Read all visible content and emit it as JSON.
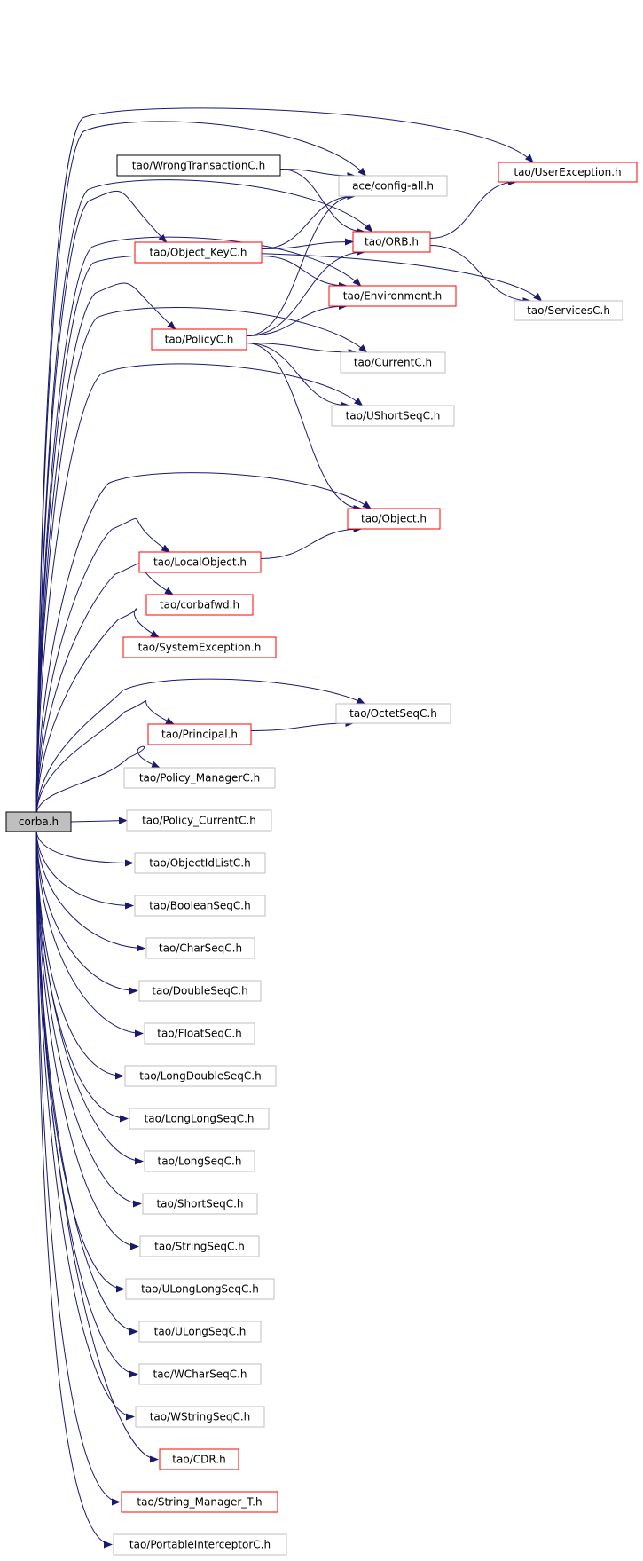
{
  "colors": {
    "edge": "#191970",
    "root_fill": "#bfbfbf",
    "border_red": "#ff0000",
    "border_gray": "#bfbfbf",
    "border_black": "#000000"
  },
  "nodes": [
    {
      "id": "corba",
      "label": "corba.h",
      "style": "root"
    },
    {
      "id": "wrong",
      "label": "tao/WrongTransactionC.h",
      "style": "black"
    },
    {
      "id": "config",
      "label": "ace/config-all.h",
      "style": "gray"
    },
    {
      "id": "userexc",
      "label": "tao/UserException.h",
      "style": "red"
    },
    {
      "id": "objkey",
      "label": "tao/Object_KeyC.h",
      "style": "red"
    },
    {
      "id": "orb",
      "label": "tao/ORB.h",
      "style": "red"
    },
    {
      "id": "env",
      "label": "tao/Environment.h",
      "style": "red"
    },
    {
      "id": "services",
      "label": "tao/ServicesC.h",
      "style": "gray"
    },
    {
      "id": "policyc",
      "label": "tao/PolicyC.h",
      "style": "red"
    },
    {
      "id": "currentc",
      "label": "tao/CurrentC.h",
      "style": "gray"
    },
    {
      "id": "ushortseq",
      "label": "tao/UShortSeqC.h",
      "style": "gray"
    },
    {
      "id": "object",
      "label": "tao/Object.h",
      "style": "red"
    },
    {
      "id": "localobj",
      "label": "tao/LocalObject.h",
      "style": "red"
    },
    {
      "id": "corbafwd",
      "label": "tao/corbafwd.h",
      "style": "red"
    },
    {
      "id": "sysexc",
      "label": "tao/SystemException.h",
      "style": "red"
    },
    {
      "id": "octetseq",
      "label": "tao/OctetSeqC.h",
      "style": "gray"
    },
    {
      "id": "principal",
      "label": "tao/Principal.h",
      "style": "red"
    },
    {
      "id": "polmgr",
      "label": "tao/Policy_ManagerC.h",
      "style": "gray"
    },
    {
      "id": "polcur",
      "label": "tao/Policy_CurrentC.h",
      "style": "gray"
    },
    {
      "id": "objidlist",
      "label": "tao/ObjectIdListC.h",
      "style": "gray"
    },
    {
      "id": "boolseq",
      "label": "tao/BooleanSeqC.h",
      "style": "gray"
    },
    {
      "id": "charseq",
      "label": "tao/CharSeqC.h",
      "style": "gray"
    },
    {
      "id": "doubleseq",
      "label": "tao/DoubleSeqC.h",
      "style": "gray"
    },
    {
      "id": "floatseq",
      "label": "tao/FloatSeqC.h",
      "style": "gray"
    },
    {
      "id": "longdoubleseq",
      "label": "tao/LongDoubleSeqC.h",
      "style": "gray"
    },
    {
      "id": "longlongseq",
      "label": "tao/LongLongSeqC.h",
      "style": "gray"
    },
    {
      "id": "longseq",
      "label": "tao/LongSeqC.h",
      "style": "gray"
    },
    {
      "id": "shortseq",
      "label": "tao/ShortSeqC.h",
      "style": "gray"
    },
    {
      "id": "stringseq",
      "label": "tao/StringSeqC.h",
      "style": "gray"
    },
    {
      "id": "ulonglongseq",
      "label": "tao/ULongLongSeqC.h",
      "style": "gray"
    },
    {
      "id": "ulongseq",
      "label": "tao/ULongSeqC.h",
      "style": "gray"
    },
    {
      "id": "wcharseq",
      "label": "tao/WCharSeqC.h",
      "style": "gray"
    },
    {
      "id": "wstringseq",
      "label": "tao/WStringSeqC.h",
      "style": "gray"
    },
    {
      "id": "cdr",
      "label": "tao/CDR.h",
      "style": "red"
    },
    {
      "id": "strmgr",
      "label": "tao/String_Manager_T.h",
      "style": "red"
    },
    {
      "id": "portint",
      "label": "tao/PortableInterceptorC.h",
      "style": "gray"
    }
  ],
  "edges": [
    {
      "from": "corba",
      "to": "userexc"
    },
    {
      "from": "corba",
      "to": "config"
    },
    {
      "from": "corba",
      "to": "orb"
    },
    {
      "from": "corba",
      "to": "objkey"
    },
    {
      "from": "corba",
      "to": "env"
    },
    {
      "from": "corba",
      "to": "policyc"
    },
    {
      "from": "corba",
      "to": "currentc"
    },
    {
      "from": "corba",
      "to": "ushortseq"
    },
    {
      "from": "corba",
      "to": "services"
    },
    {
      "from": "corba",
      "to": "object"
    },
    {
      "from": "corba",
      "to": "localobj"
    },
    {
      "from": "corba",
      "to": "corbafwd"
    },
    {
      "from": "corba",
      "to": "sysexc"
    },
    {
      "from": "corba",
      "to": "octetseq"
    },
    {
      "from": "corba",
      "to": "principal"
    },
    {
      "from": "corba",
      "to": "polmgr"
    },
    {
      "from": "corba",
      "to": "polcur"
    },
    {
      "from": "corba",
      "to": "objidlist"
    },
    {
      "from": "corba",
      "to": "boolseq"
    },
    {
      "from": "corba",
      "to": "charseq"
    },
    {
      "from": "corba",
      "to": "doubleseq"
    },
    {
      "from": "corba",
      "to": "floatseq"
    },
    {
      "from": "corba",
      "to": "longdoubleseq"
    },
    {
      "from": "corba",
      "to": "longlongseq"
    },
    {
      "from": "corba",
      "to": "longseq"
    },
    {
      "from": "corba",
      "to": "shortseq"
    },
    {
      "from": "corba",
      "to": "stringseq"
    },
    {
      "from": "corba",
      "to": "ulonglongseq"
    },
    {
      "from": "corba",
      "to": "ulongseq"
    },
    {
      "from": "corba",
      "to": "wcharseq"
    },
    {
      "from": "corba",
      "to": "wstringseq"
    },
    {
      "from": "corba",
      "to": "cdr"
    },
    {
      "from": "corba",
      "to": "strmgr"
    },
    {
      "from": "corba",
      "to": "portint"
    },
    {
      "from": "wrong",
      "to": "config"
    },
    {
      "from": "wrong",
      "to": "orb"
    },
    {
      "from": "objkey",
      "to": "config"
    },
    {
      "from": "objkey",
      "to": "orb"
    },
    {
      "from": "objkey",
      "to": "env"
    },
    {
      "from": "policyc",
      "to": "config"
    },
    {
      "from": "policyc",
      "to": "orb"
    },
    {
      "from": "policyc",
      "to": "env"
    },
    {
      "from": "policyc",
      "to": "currentc"
    },
    {
      "from": "policyc",
      "to": "ushortseq"
    },
    {
      "from": "policyc",
      "to": "object"
    },
    {
      "from": "orb",
      "to": "userexc"
    },
    {
      "from": "orb",
      "to": "services"
    },
    {
      "from": "localobj",
      "to": "object"
    },
    {
      "from": "principal",
      "to": "octetseq"
    }
  ]
}
